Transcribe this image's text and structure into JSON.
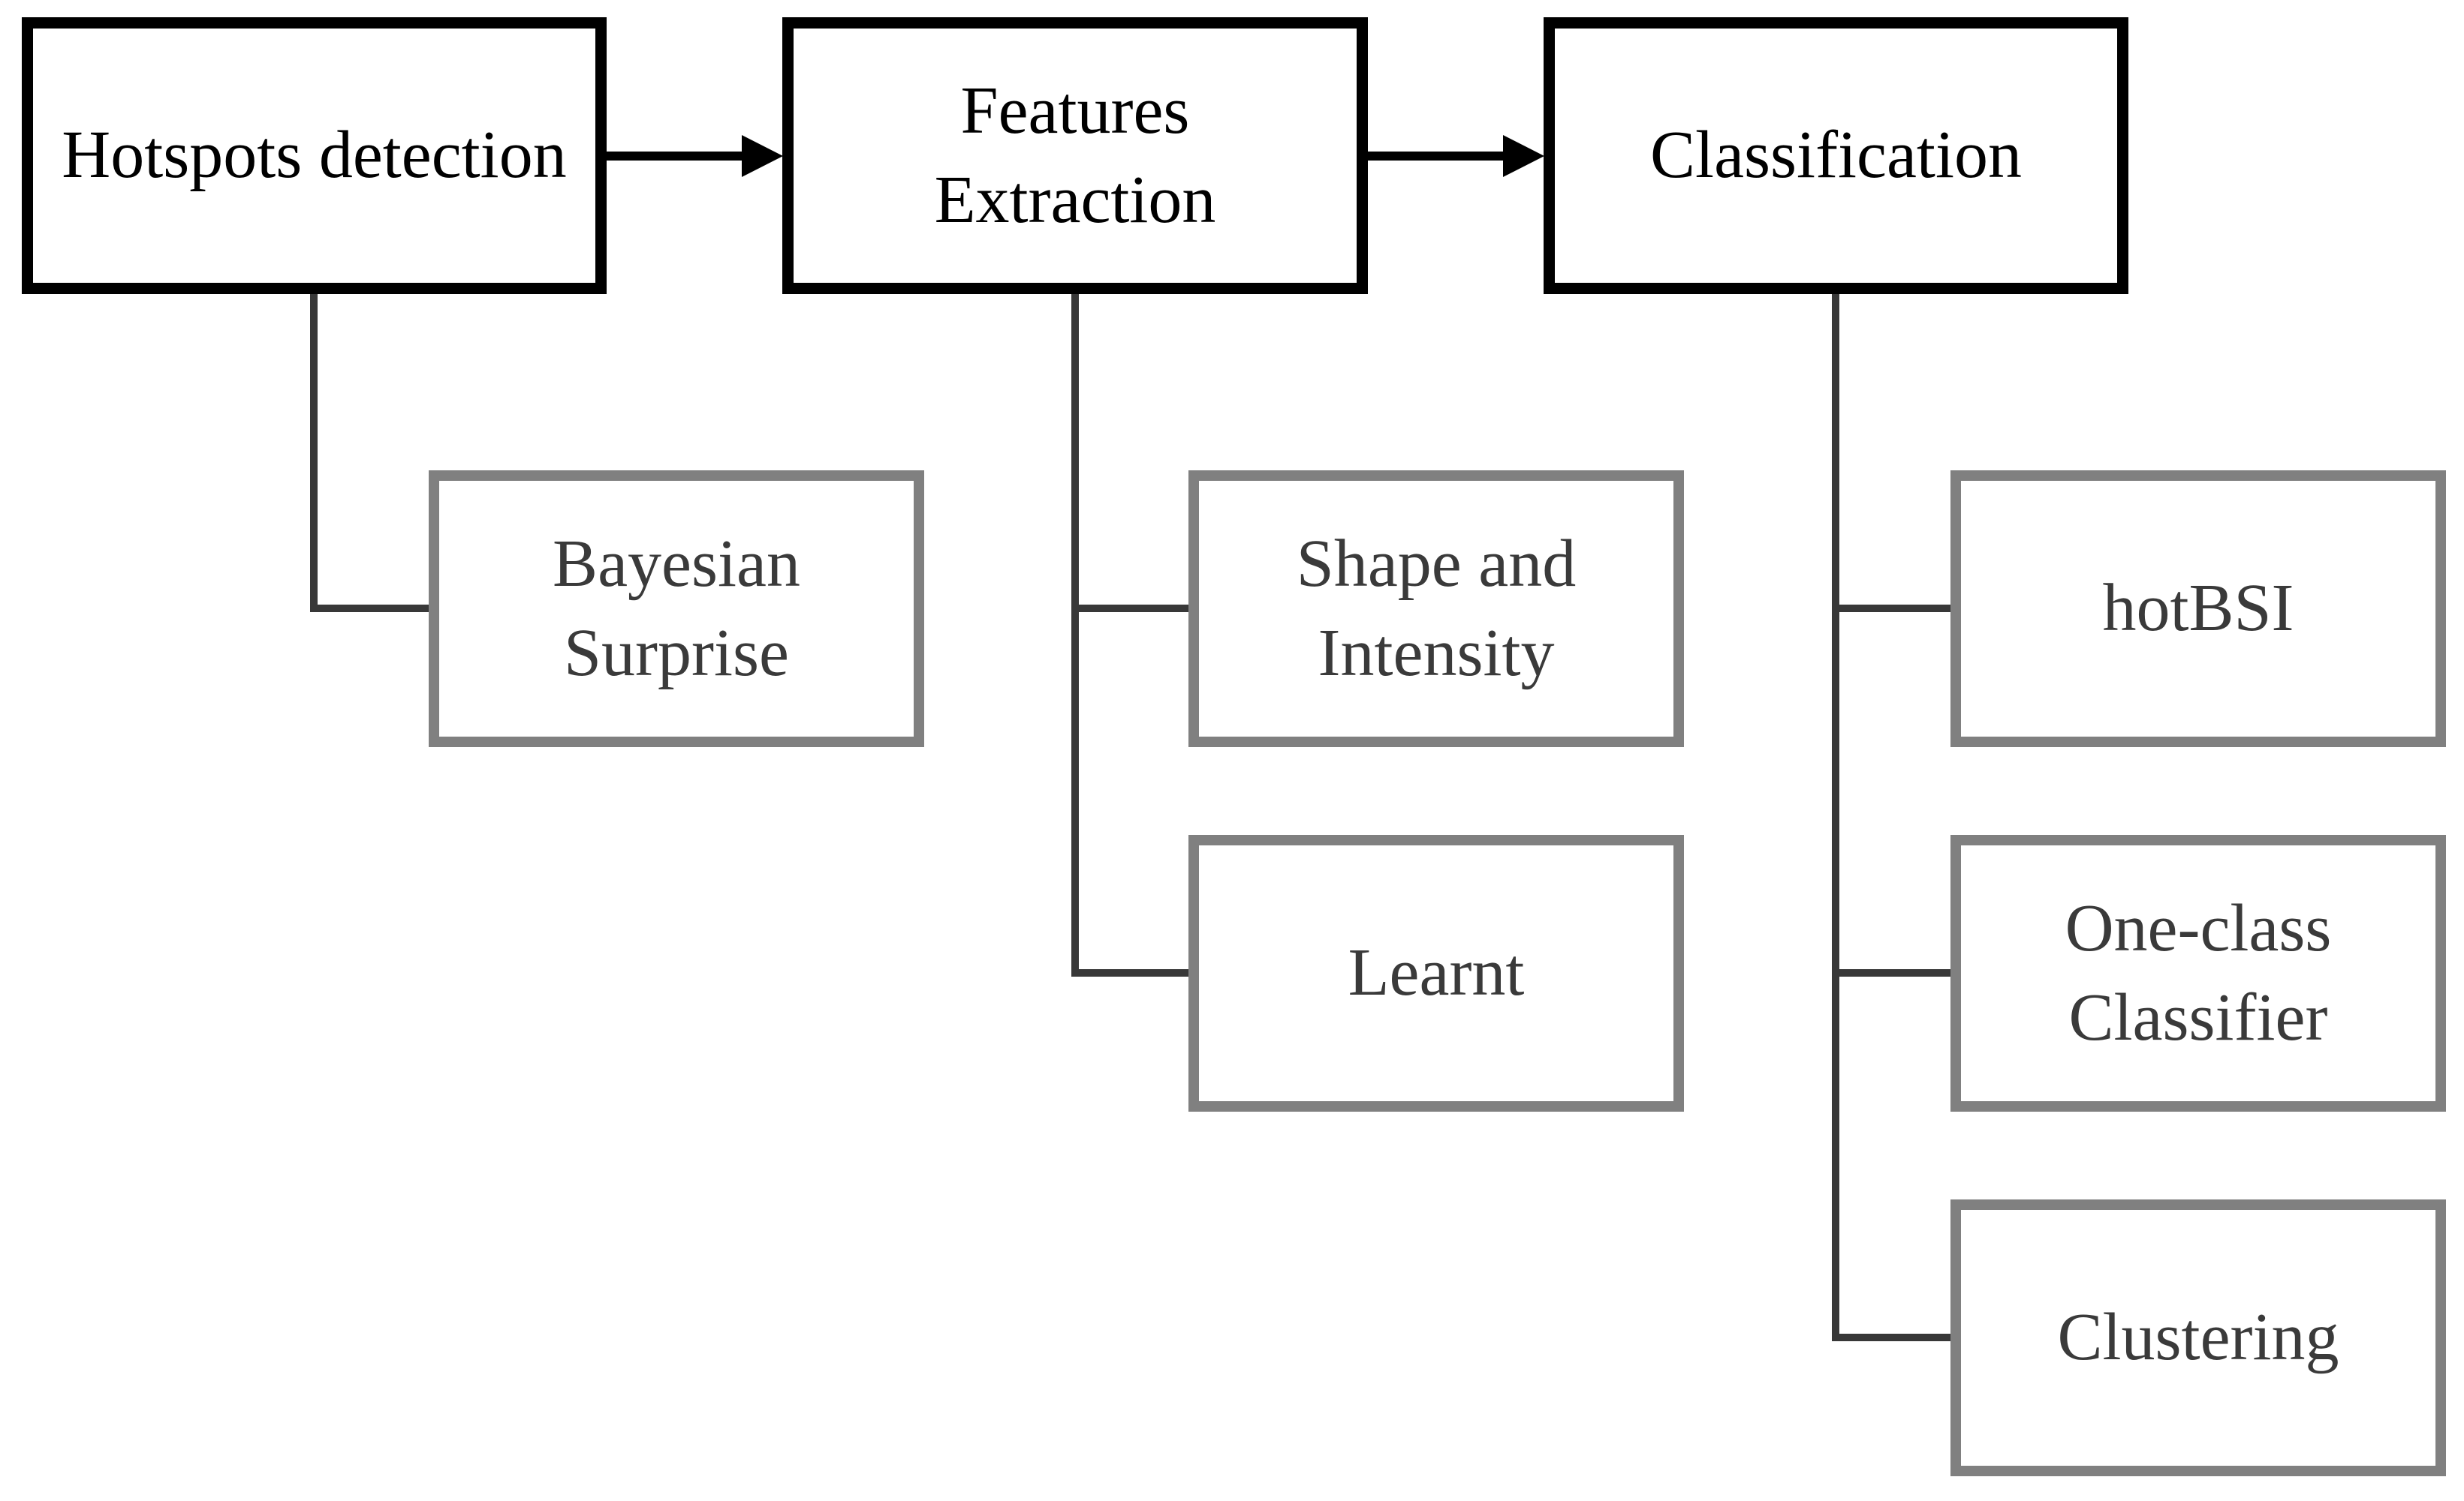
{
  "figure": {
    "type": "flowchart",
    "background": "#ffffff",
    "colors": {
      "stage_border": "#000000",
      "stage_text": "#000000",
      "child_border": "#808080",
      "child_text": "#3a3a3a",
      "connector": "#383838",
      "arrow": "#000000"
    },
    "stages": [
      {
        "label": "Hotspots detection",
        "children": [
          {
            "label": "Bayesian\nSurprise"
          }
        ]
      },
      {
        "label": "Features\nExtraction",
        "children": [
          {
            "label": "Shape and\nIntensity"
          },
          {
            "label": "Learnt"
          }
        ]
      },
      {
        "label": "Classification",
        "children": [
          {
            "label": "hotBSI"
          },
          {
            "label": "One-class\nClassifier"
          },
          {
            "label": "Clustering"
          }
        ]
      }
    ],
    "arrows": [
      {
        "from": "Hotspots detection",
        "to": "Features Extraction"
      },
      {
        "from": "Features Extraction",
        "to": "Classification"
      }
    ]
  }
}
